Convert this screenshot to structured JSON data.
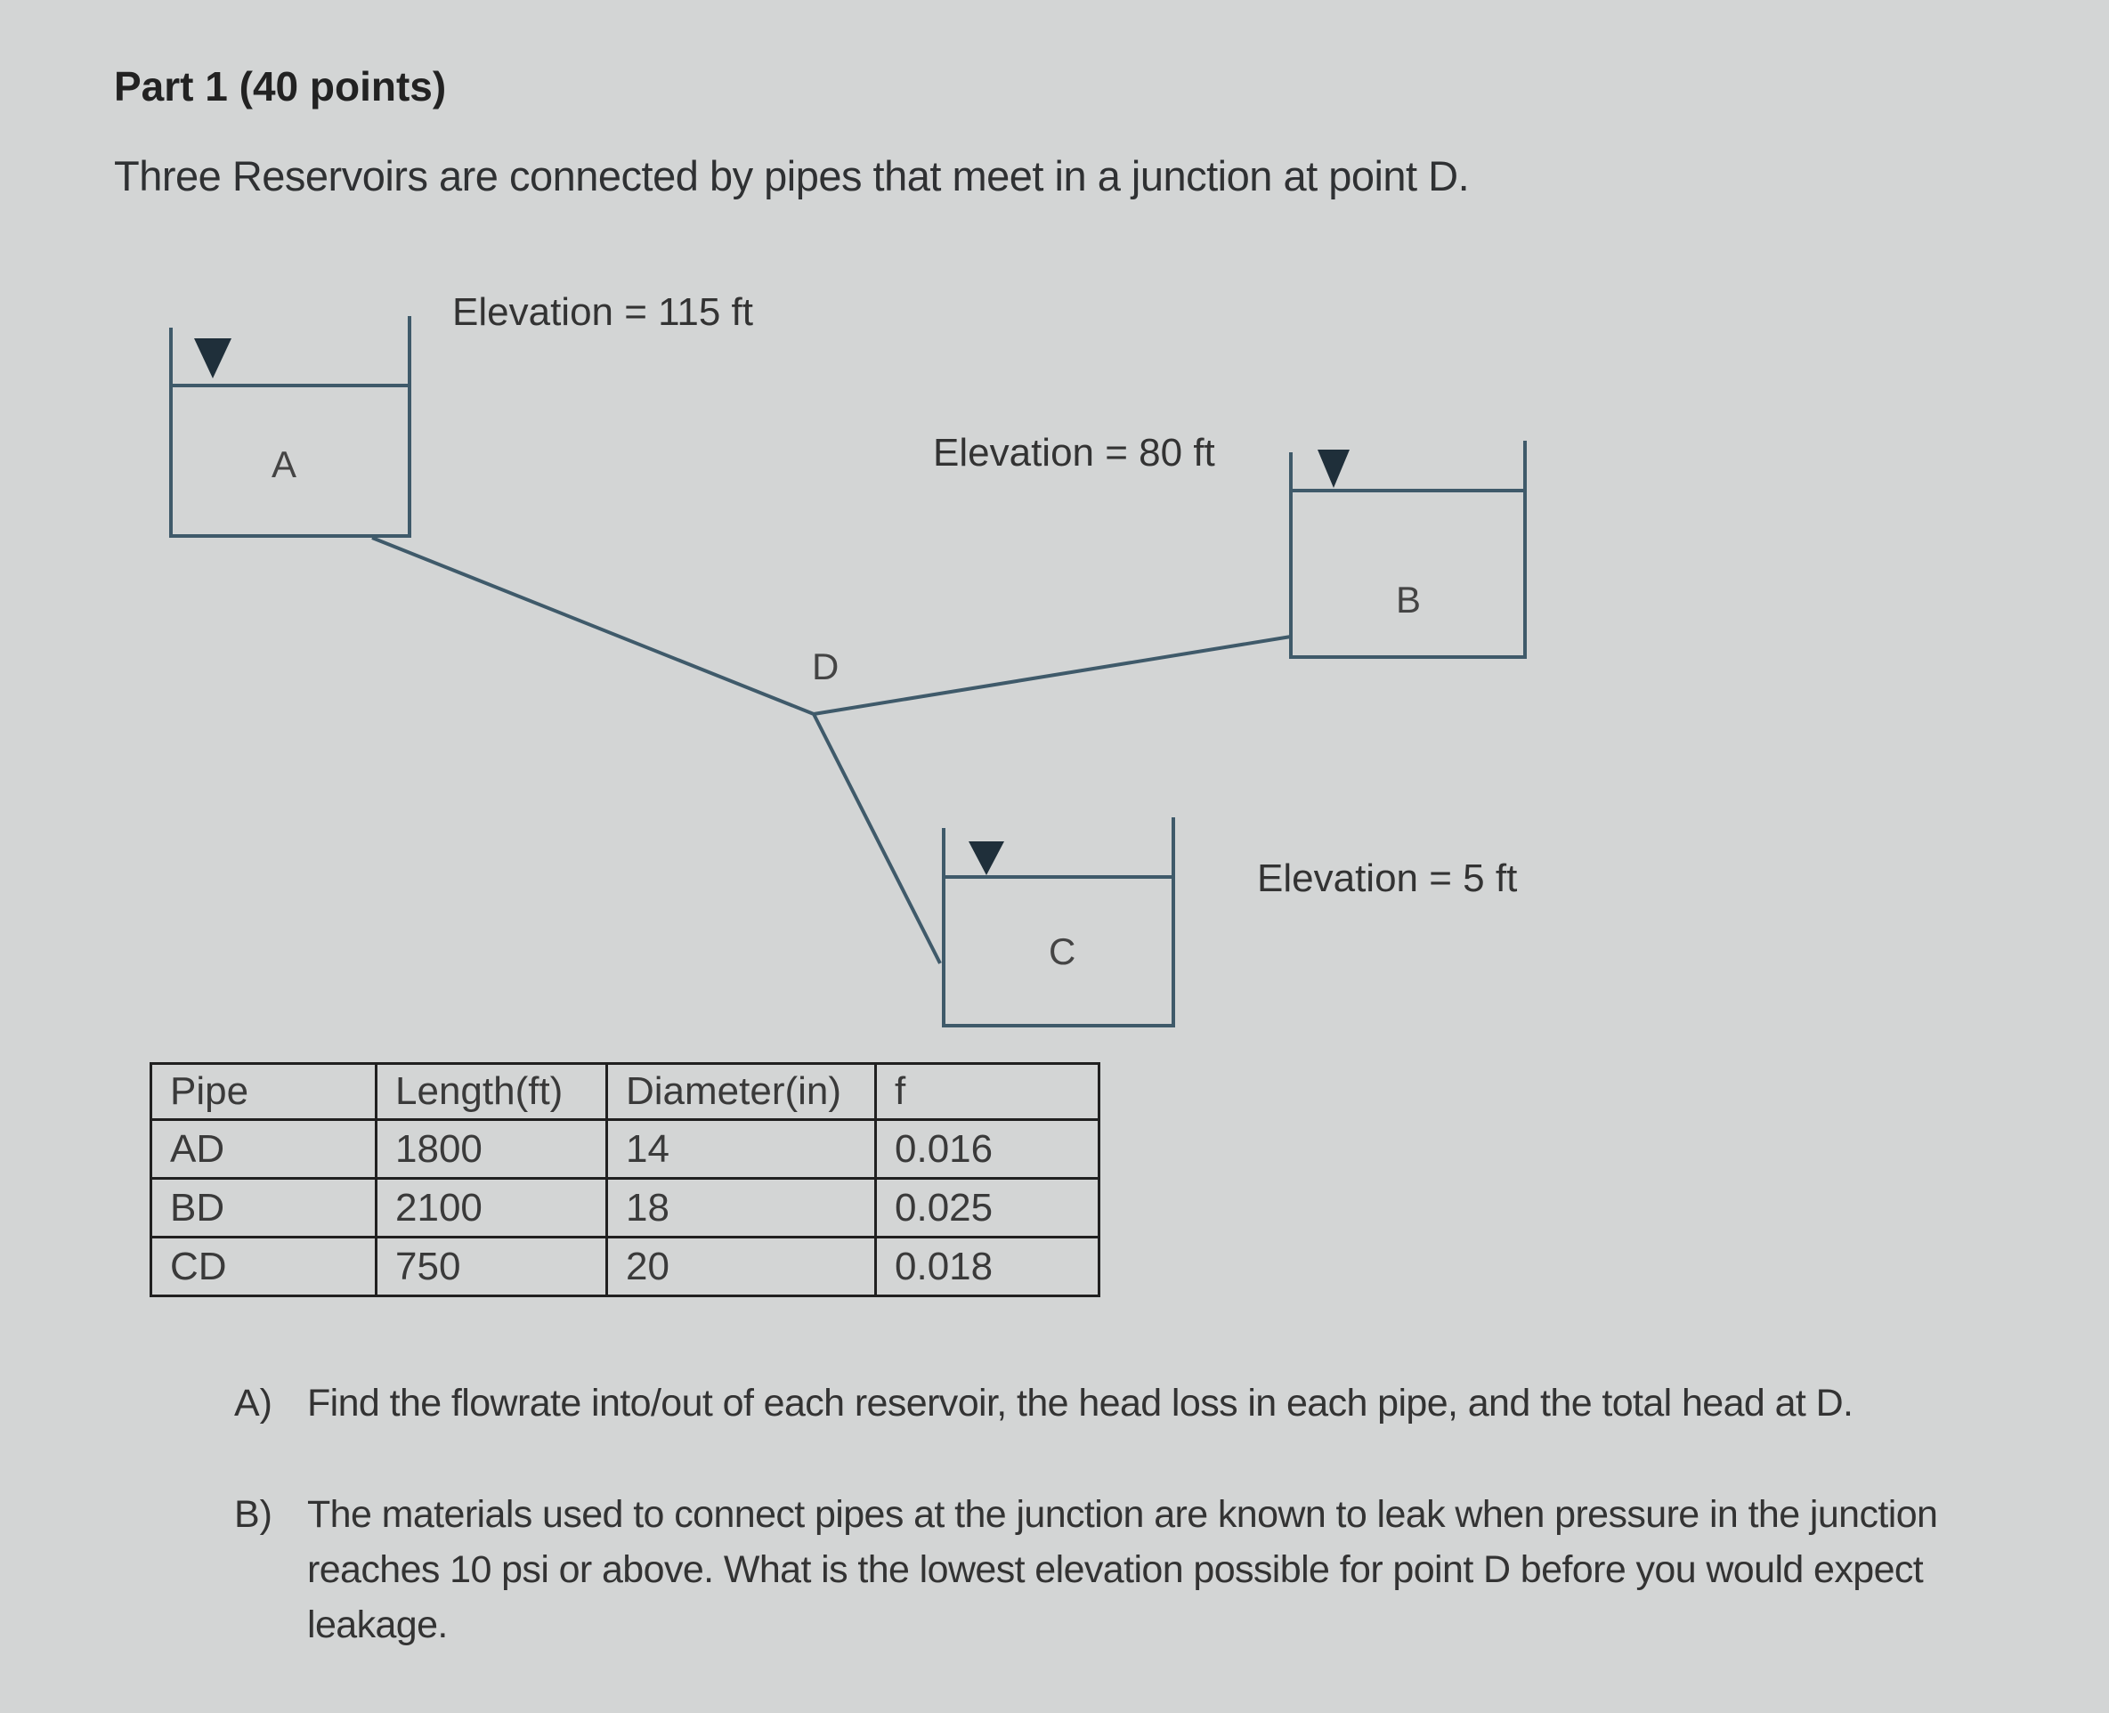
{
  "header": {
    "title": "Part 1 (40 points)",
    "intro": "Three Reservoirs are connected by pipes that meet in a junction at point D."
  },
  "diagram": {
    "reservoirs": [
      {
        "label": "A",
        "elevation_text": "Elevation = 115 ft"
      },
      {
        "label": "B",
        "elevation_text": "Elevation = 80 ft"
      },
      {
        "label": "C",
        "elevation_text": "Elevation = 5 ft"
      }
    ],
    "junction_label": "D",
    "line_color": "#3f5a6a",
    "marker_color": "#1f2f3a"
  },
  "table": {
    "headers": [
      "Pipe",
      "Length(ft)",
      "Diameter(in)",
      "f"
    ],
    "rows": [
      [
        "AD",
        "1800",
        "14",
        "0.016"
      ],
      [
        "BD",
        "2100",
        "18",
        "0.025"
      ],
      [
        "CD",
        "750",
        "20",
        "0.018"
      ]
    ]
  },
  "questions": [
    {
      "mark": "A)",
      "text": "Find the flowrate into/out of each reservoir, the head loss in each pipe, and the total head at D."
    },
    {
      "mark": "B)",
      "text": "The materials used to connect pipes at the junction are known to leak when pressure in the junction reaches 10 psi or above. What is the lowest elevation possible for point D before you would expect leakage."
    }
  ]
}
